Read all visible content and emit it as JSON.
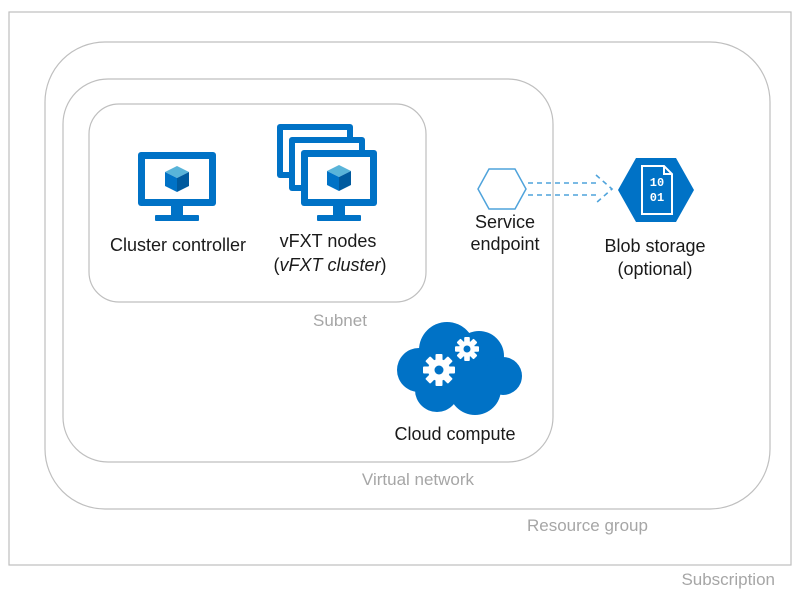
{
  "containers": {
    "subscription": "Subscription",
    "resource_group": "Resource group",
    "virtual_network": "Virtual network",
    "subnet": "Subnet"
  },
  "nodes": {
    "cluster_controller": {
      "label": "Cluster controller",
      "icon": "virtual-machine-icon"
    },
    "vfxt_nodes": {
      "label": "vFXT nodes",
      "label_open": "(",
      "label_italic": "vFXT cluster",
      "label_close": ")",
      "icon": "stacked-virtual-machines-icon"
    },
    "service_endpoint": {
      "label_line1": "Service",
      "label_line2": "endpoint",
      "icon": "hexagon-icon"
    },
    "blob_storage": {
      "label_line1": "Blob storage",
      "label_line2": "(optional)",
      "icon": "blob-storage-icon",
      "glyph_line1": "10",
      "glyph_line2": "01"
    },
    "cloud_compute": {
      "label": "Cloud compute",
      "icon": "cloud-gears-icon"
    }
  },
  "colors": {
    "azure_blue": "#0072c6",
    "azure_light_blue": "#59b4d9",
    "border_gray": "#bfbfbf",
    "label_gray": "#a6a6a6",
    "arrow_blue": "#4fa3db"
  }
}
